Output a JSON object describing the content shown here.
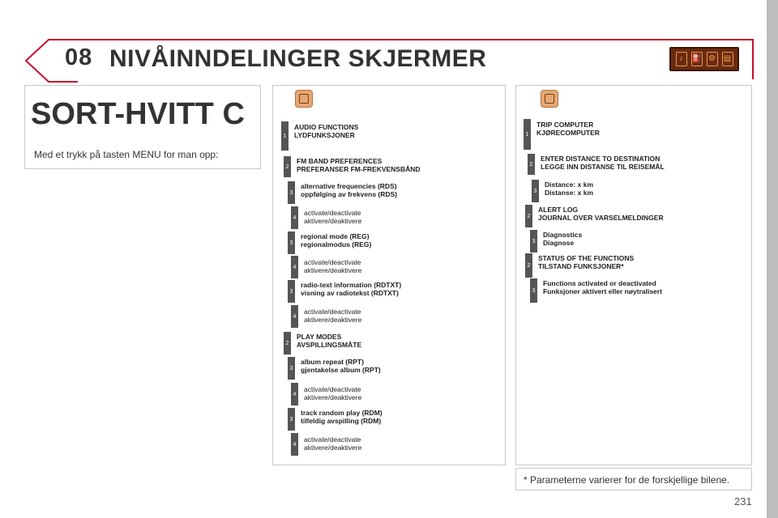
{
  "header": {
    "chapter": "08",
    "title": "NIVÅINNDELINGER SKJERMER"
  },
  "left": {
    "title": "SORT-HVITT C",
    "intro": "Med et trykk på tasten MENU for man opp:"
  },
  "audio": {
    "items": [
      {
        "level": "1",
        "lines": [
          "AUDIO FUNCTIONS",
          "LYDFUNKSJONER"
        ],
        "bold": true
      },
      {
        "level": "2",
        "lines": [
          "FM BAND PREFERENCES",
          "PREFERANSER FM-FREKVENSBÅND"
        ],
        "bold": true
      },
      {
        "level": "3",
        "lines": [
          "alternative frequencies (RDS)",
          "oppfølging av frekvens (RDS)"
        ],
        "bold": true
      },
      {
        "level": "4",
        "lines": [
          "activate/deactivate",
          "aktivere/deaktivere"
        ],
        "bold": false
      },
      {
        "level": "3",
        "lines": [
          "regional mode (REG)",
          "regionalmodus (REG)"
        ],
        "bold": true
      },
      {
        "level": "4",
        "lines": [
          "activate/deactivate",
          "aktivere/deaktivere"
        ],
        "bold": false
      },
      {
        "level": "3",
        "lines": [
          "radio-text information (RDTXT)",
          "visning av radiotekst (RDTXT)"
        ],
        "bold": true
      },
      {
        "level": "4",
        "lines": [
          "activate/deactivate",
          "aktivere/deaktivere"
        ],
        "bold": false
      },
      {
        "level": "2",
        "lines": [
          "PLAY MODES",
          "AVSPILLINGSMÅTE"
        ],
        "bold": true
      },
      {
        "level": "3",
        "lines": [
          "album repeat (RPT)",
          "gjentakelse album (RPT)"
        ],
        "bold": true
      },
      {
        "level": "4",
        "lines": [
          "activate/deactivate",
          "aktivere/deaktivere"
        ],
        "bold": false
      },
      {
        "level": "3",
        "lines": [
          "track random play (RDM)",
          "tilfeldig avspilling (RDM)"
        ],
        "bold": true
      },
      {
        "level": "4",
        "lines": [
          "activate/deactivate",
          "aktivere/deaktivere"
        ],
        "bold": false
      }
    ]
  },
  "trip": {
    "items": [
      {
        "level": "1",
        "lines": [
          "TRIP COMPUTER",
          "KJØRECOMPUTER"
        ],
        "bold": true
      },
      {
        "level": "2",
        "lines": [
          "ENTER DISTANCE TO DESTINATION",
          "LEGGE INN DISTANSE TIL REISEMÅL"
        ],
        "bold": true
      },
      {
        "level": "3",
        "lines": [
          "Distance: x km",
          "Distanse: x km"
        ],
        "bold": true
      },
      {
        "level": "2",
        "lines": [
          "ALERT LOG",
          "JOURNAL OVER VARSELMELDINGER"
        ],
        "bold": true
      },
      {
        "level": "3",
        "lines": [
          "Diagnostics",
          "Diagnose"
        ],
        "bold": true
      },
      {
        "level": "2",
        "lines": [
          "STATUS OF THE FUNCTIONS",
          "TILSTAND FUNKSJONER*"
        ],
        "bold": true
      },
      {
        "level": "3",
        "lines": [
          "Functions activated or deactivated",
          "Funksjoner aktivert eller nøytralisert"
        ],
        "bold": true
      }
    ]
  },
  "footnote": "* Parameterne varierer for de forskjellige bilene.",
  "page_number": "231"
}
